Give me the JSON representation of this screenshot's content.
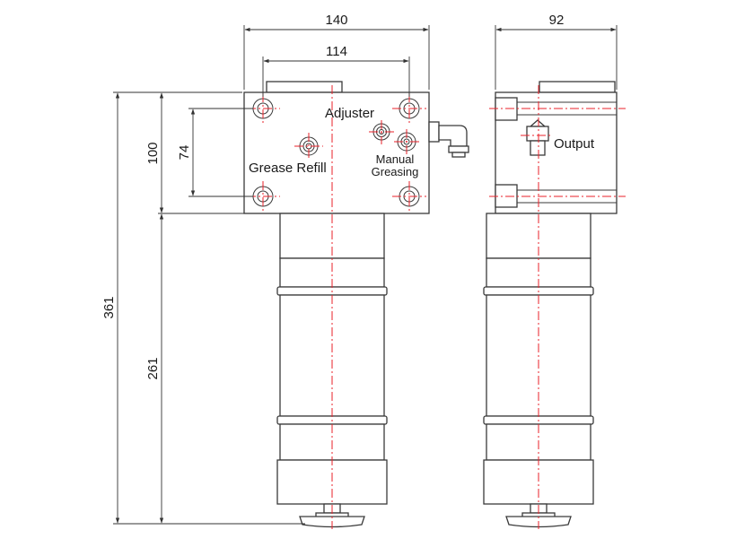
{
  "dimensions": {
    "front_width": "140",
    "front_hole_spacing": "114",
    "side_width": "92",
    "block_height": "100",
    "hole_spacing_vertical": "74",
    "total_height": "361",
    "reservoir_height": "261"
  },
  "labels": {
    "adjuster": "Adjuster",
    "grease_refill": "Grease Refill",
    "manual_line1": "Manual",
    "manual_line2": "Greasing",
    "output": "Output"
  },
  "colors": {
    "centerline": "#e8202a",
    "outline": "#3a3a3a",
    "background": "#ffffff"
  }
}
